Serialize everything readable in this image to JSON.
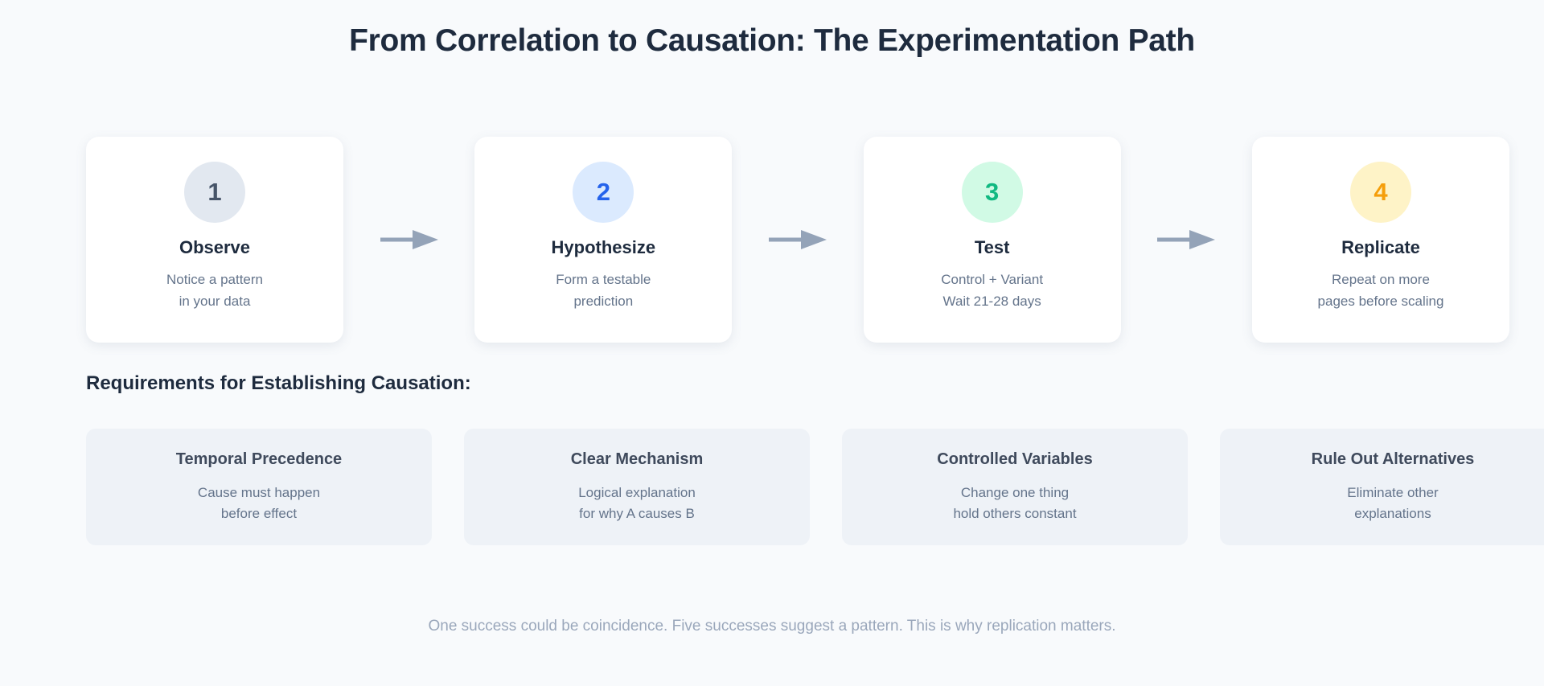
{
  "page": {
    "title": "From Correlation to Causation: The Experimentation Path",
    "background_color": "#f8fafc"
  },
  "steps": [
    {
      "number": "1",
      "name": "Observe",
      "description": "Notice a pattern\nin your data",
      "badge_bg": "#e2e8f0",
      "badge_color": "#475569"
    },
    {
      "number": "2",
      "name": "Hypothesize",
      "description": "Form a testable\nprediction",
      "badge_bg": "#dbeafe",
      "badge_color": "#2563eb"
    },
    {
      "number": "3",
      "name": "Test",
      "description": "Control + Variant\nWait 21-28 days",
      "badge_bg": "#d1fae5",
      "badge_color": "#10b981"
    },
    {
      "number": "4",
      "name": "Replicate",
      "description": "Repeat on more\npages before scaling",
      "badge_bg": "#fef3c7",
      "badge_color": "#f59e0b"
    }
  ],
  "arrow": {
    "icon": "arrow-right-icon",
    "color": "#94a3b8"
  },
  "requirements": {
    "heading": "Requirements for Establishing Causation:",
    "items": [
      {
        "title": "Temporal Precedence",
        "description": "Cause must happen\nbefore effect"
      },
      {
        "title": "Clear Mechanism",
        "description": "Logical explanation\nfor why A causes B"
      },
      {
        "title": "Controlled Variables",
        "description": "Change one thing\nhold others constant"
      },
      {
        "title": "Rule Out Alternatives",
        "description": "Eliminate other\nexplanations"
      }
    ]
  },
  "footer": {
    "note": "One success could be coincidence. Five successes suggest a pattern. This is why replication matters."
  }
}
